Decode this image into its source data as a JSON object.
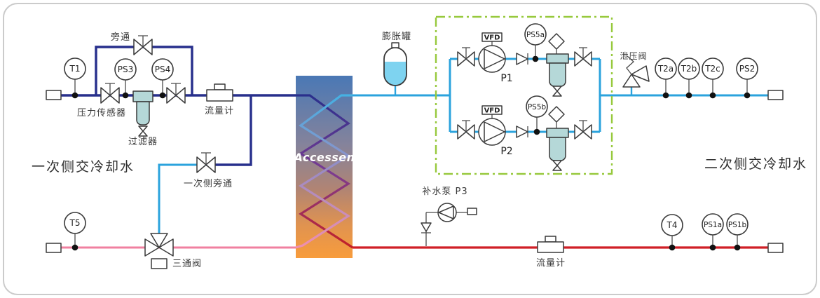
{
  "primary_side": {
    "title": "一次侧交冷却水",
    "bypass_label": "旁通",
    "pressure_sensor_label": "压力传感器",
    "filter_label": "过滤器",
    "flow_meter_label": "流量计",
    "primary_bypass_label": "一次侧旁通",
    "three_way_valve_label": "三通阀",
    "instruments": {
      "t1": "T1",
      "ps3": "PS3",
      "ps4": "PS4",
      "t5": "T5"
    }
  },
  "heat_exchanger": {
    "brand": "Accessen"
  },
  "secondary_side": {
    "title": "二次侧交冷却水",
    "expansion_tank_label": "膨胀罐",
    "relief_valve_label": "泄压阀",
    "makeup_pump_label": "补水泵 P3",
    "flow_meter_label": "流量计",
    "pump_group": {
      "vfd": "VFD",
      "p1": "P1",
      "p2": "P2"
    },
    "instruments": {
      "ps5a": "PS5a",
      "ps5b": "PS5b",
      "t2a": "T2a",
      "t2b": "T2b",
      "t2c": "T2c",
      "ps2": "PS2",
      "t4": "T4",
      "ps1a": "PS1a",
      "ps1b": "PS1b"
    }
  },
  "colors": {
    "primary_supply_pipe": "#272f8c",
    "secondary_supply_pipe": "#2ba3dd",
    "secondary_return_pipe": "#d01f26",
    "primary_return_pipe": "#f080a0",
    "pump_group_border": "#97c93d",
    "filter_body": "#b5d8d8",
    "tank_water": "#7ed3f0",
    "exchanger_cold_top": "#4a78b5",
    "exchanger_hot_bottom": "#f89c3c"
  }
}
